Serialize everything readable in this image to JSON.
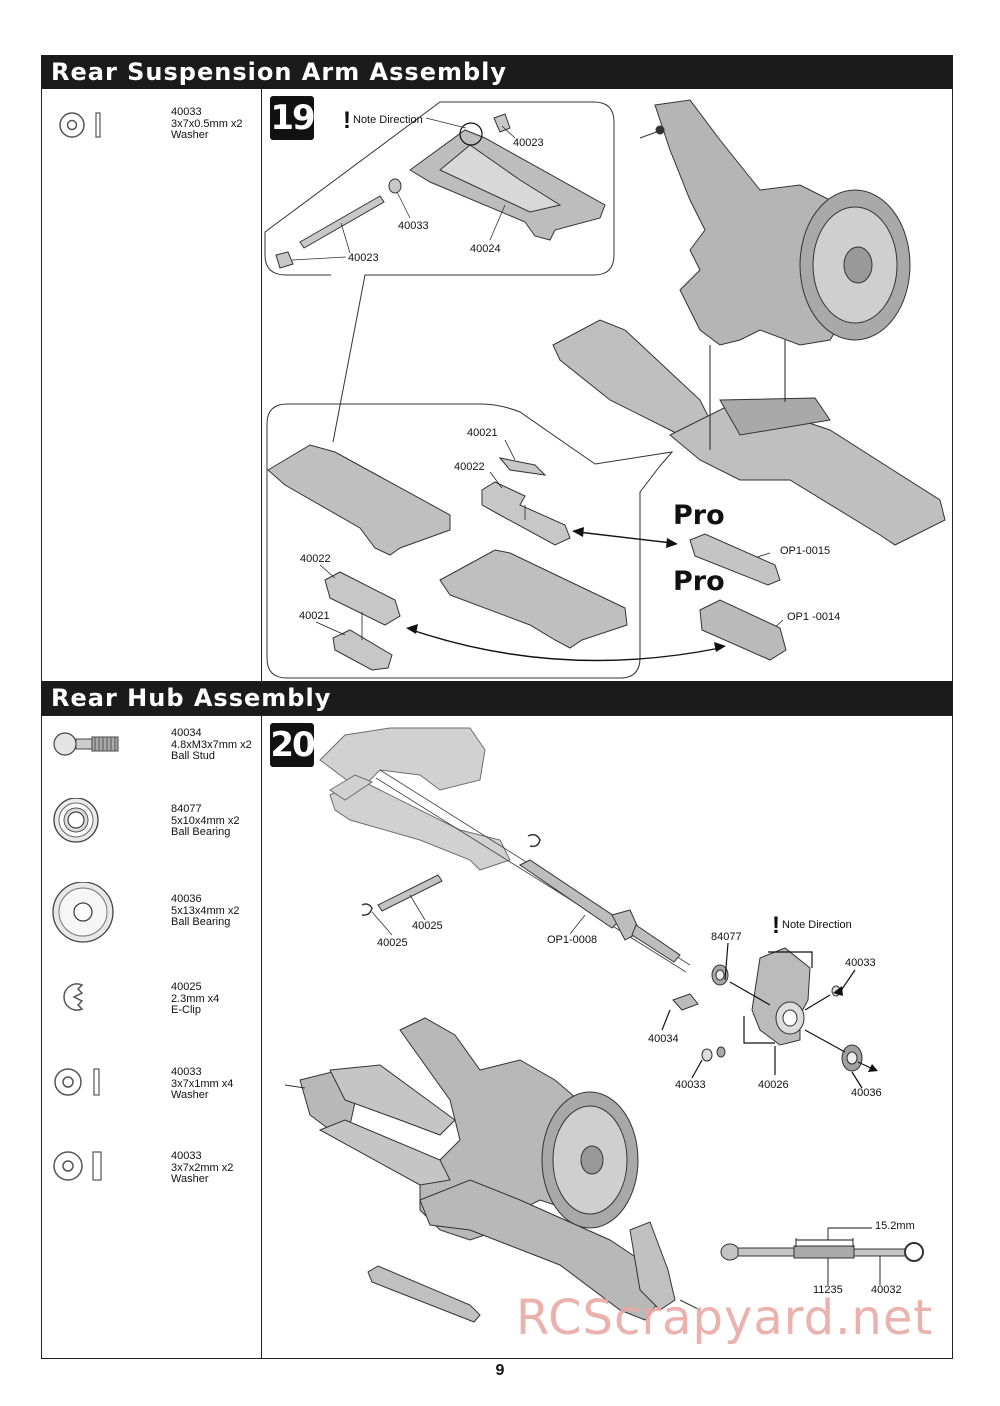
{
  "sections": {
    "rear_arm": {
      "title": "Rear Suspension Arm Assembly",
      "step": "19"
    },
    "rear_hub": {
      "title": "Rear Hub Assembly",
      "step": "20"
    }
  },
  "parts_19": [
    {
      "code": "40033",
      "size": "3x7x0.5mm x2",
      "name": "Washer",
      "icon": "washer-icon"
    }
  ],
  "parts_20": [
    {
      "code": "40034",
      "size": "4.8xM3x7mm x2",
      "name": "Ball Stud",
      "icon": "ball-stud-icon"
    },
    {
      "code": "84077",
      "size": "5x10x4mm x2",
      "name": "Ball Bearing",
      "icon": "ball-bearing-icon"
    },
    {
      "code": "40036",
      "size": "5x13x4mm x2",
      "name": "Ball Bearing",
      "icon": "ball-bearing-icon"
    },
    {
      "code": "40025",
      "size": "2.3mm x4",
      "name": "E-Clip",
      "icon": "e-clip-icon"
    },
    {
      "code": "40033",
      "size": "3x7x1mm x4",
      "name": "Washer",
      "icon": "washer-icon"
    },
    {
      "code": "40033",
      "size": "3x7x2mm x2",
      "name": "Washer",
      "icon": "washer-icon"
    }
  ],
  "labels_19": {
    "note": "Note Direction",
    "l40023a": "40023",
    "l40033": "40033",
    "l40024": "40024",
    "l40023b": "40023",
    "l40021a": "40021",
    "l40022a": "40022",
    "l40022b": "40022",
    "l40021b": "40021",
    "pro1": "Pro",
    "pro2": "Pro",
    "op15": "OP1-0015",
    "op14": "OP1 -0014"
  },
  "labels_20": {
    "note": "Note Direction",
    "l40025a": "40025",
    "l40025b": "40025",
    "op08": "OP1-0008",
    "l84077": "84077",
    "l40033a": "40033",
    "l40034": "40034",
    "l40033b": "40033",
    "l40026": "40026",
    "l40036": "40036",
    "dim": "15.2mm",
    "l11235": "11235",
    "l40032": "40032"
  },
  "page_number": "9",
  "watermark": "RCScrapyard.net"
}
